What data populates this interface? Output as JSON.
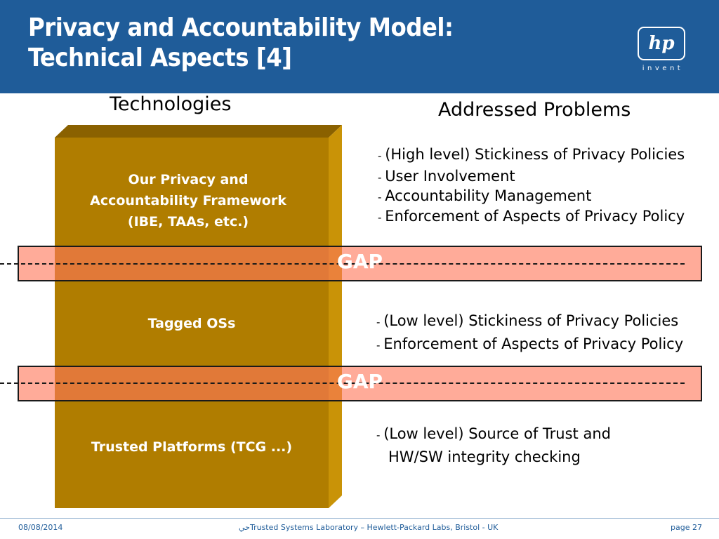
{
  "header": {
    "title_line1": "Privacy and Accountability Model:",
    "title_line2": "Technical Aspects [4]",
    "logo_text": "hp",
    "logo_tagline": "invent",
    "color": "#1f5c99"
  },
  "columns": {
    "left_heading": "Technologies",
    "right_heading": "Addressed Problems"
  },
  "layers": [
    {
      "label_lines": [
        "Our Privacy and",
        "Accountability Framework",
        "(IBE, TAAs, etc.)"
      ]
    },
    {
      "label_lines": [
        "Tagged OSs"
      ]
    },
    {
      "label_lines": [
        "Trusted Platforms (TCG ...)"
      ]
    }
  ],
  "gaps": [
    "GAP",
    "GAP"
  ],
  "problems": [
    {
      "items": [
        "(High level) Stickiness of Privacy Policies",
        "User Involvement",
        "Accountability Management",
        "Enforcement of Aspects of Privacy Policy"
      ]
    },
    {
      "items": [
        "(Low level) Stickiness of Privacy Policies",
        "Enforcement of Aspects of Privacy Policy"
      ]
    },
    {
      "items": [
        "(Low level) Source of Trust and",
        "HW/SW integrity checking"
      ]
    }
  ],
  "footer": {
    "date": "08/08/2014",
    "center": "حيTrusted Systems Laboratory – Hewlett-Packard Labs, Bristol - UK",
    "page": "page 27"
  },
  "colors": {
    "box_front": "#b07d00",
    "box_top": "#8a6100",
    "box_side": "#c9930a",
    "gap_fill": "#ff7a5c"
  }
}
